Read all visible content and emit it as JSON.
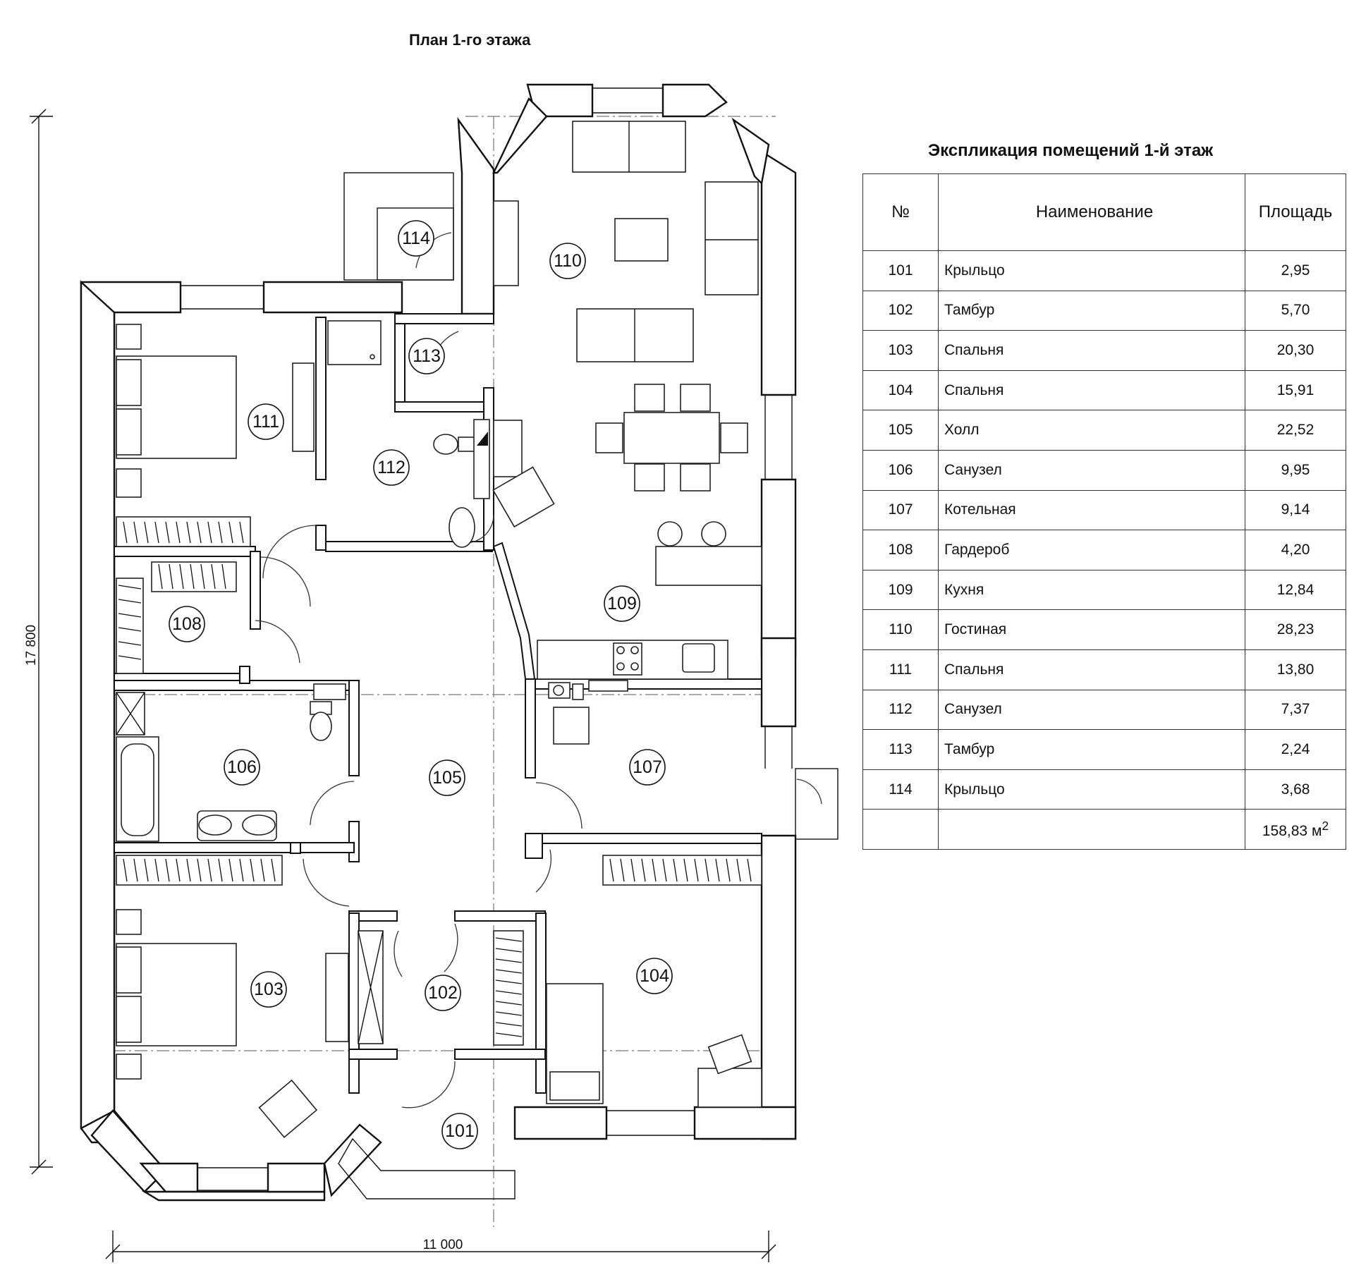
{
  "plan": {
    "title": "План 1-го этажа",
    "dim_width": "11 000",
    "dim_height": "17 800",
    "rooms": [
      "101",
      "102",
      "103",
      "104",
      "105",
      "106",
      "107",
      "108",
      "109",
      "110",
      "111",
      "112",
      "113",
      "114"
    ]
  },
  "explication": {
    "title": "Экспликация помещений 1-й этаж",
    "headers": {
      "num": "№",
      "name": "Наименование",
      "area": "Площадь"
    },
    "rows": [
      {
        "num": "101",
        "name": "Крыльцо",
        "area": "2,95"
      },
      {
        "num": "102",
        "name": "Тамбур",
        "area": "5,70"
      },
      {
        "num": "103",
        "name": "Спальня",
        "area": "20,30"
      },
      {
        "num": "104",
        "name": "Спальня",
        "area": "15,91"
      },
      {
        "num": "105",
        "name": "Холл",
        "area": "22,52"
      },
      {
        "num": "106",
        "name": "Санузел",
        "area": "9,95"
      },
      {
        "num": "107",
        "name": "Котельная",
        "area": "9,14"
      },
      {
        "num": "108",
        "name": "Гардероб",
        "area": "4,20"
      },
      {
        "num": "109",
        "name": "Кухня",
        "area": "12,84"
      },
      {
        "num": "110",
        "name": "Гостиная",
        "area": "28,23"
      },
      {
        "num": "111",
        "name": "Спальня",
        "area": "13,80"
      },
      {
        "num": "112",
        "name": "Санузел",
        "area": "7,37"
      },
      {
        "num": "113",
        "name": "Тамбур",
        "area": "2,24"
      },
      {
        "num": "114",
        "name": "Крыльцо",
        "area": "3,68"
      }
    ],
    "total": {
      "value": "158,83 м",
      "unit_sup": "2"
    }
  }
}
